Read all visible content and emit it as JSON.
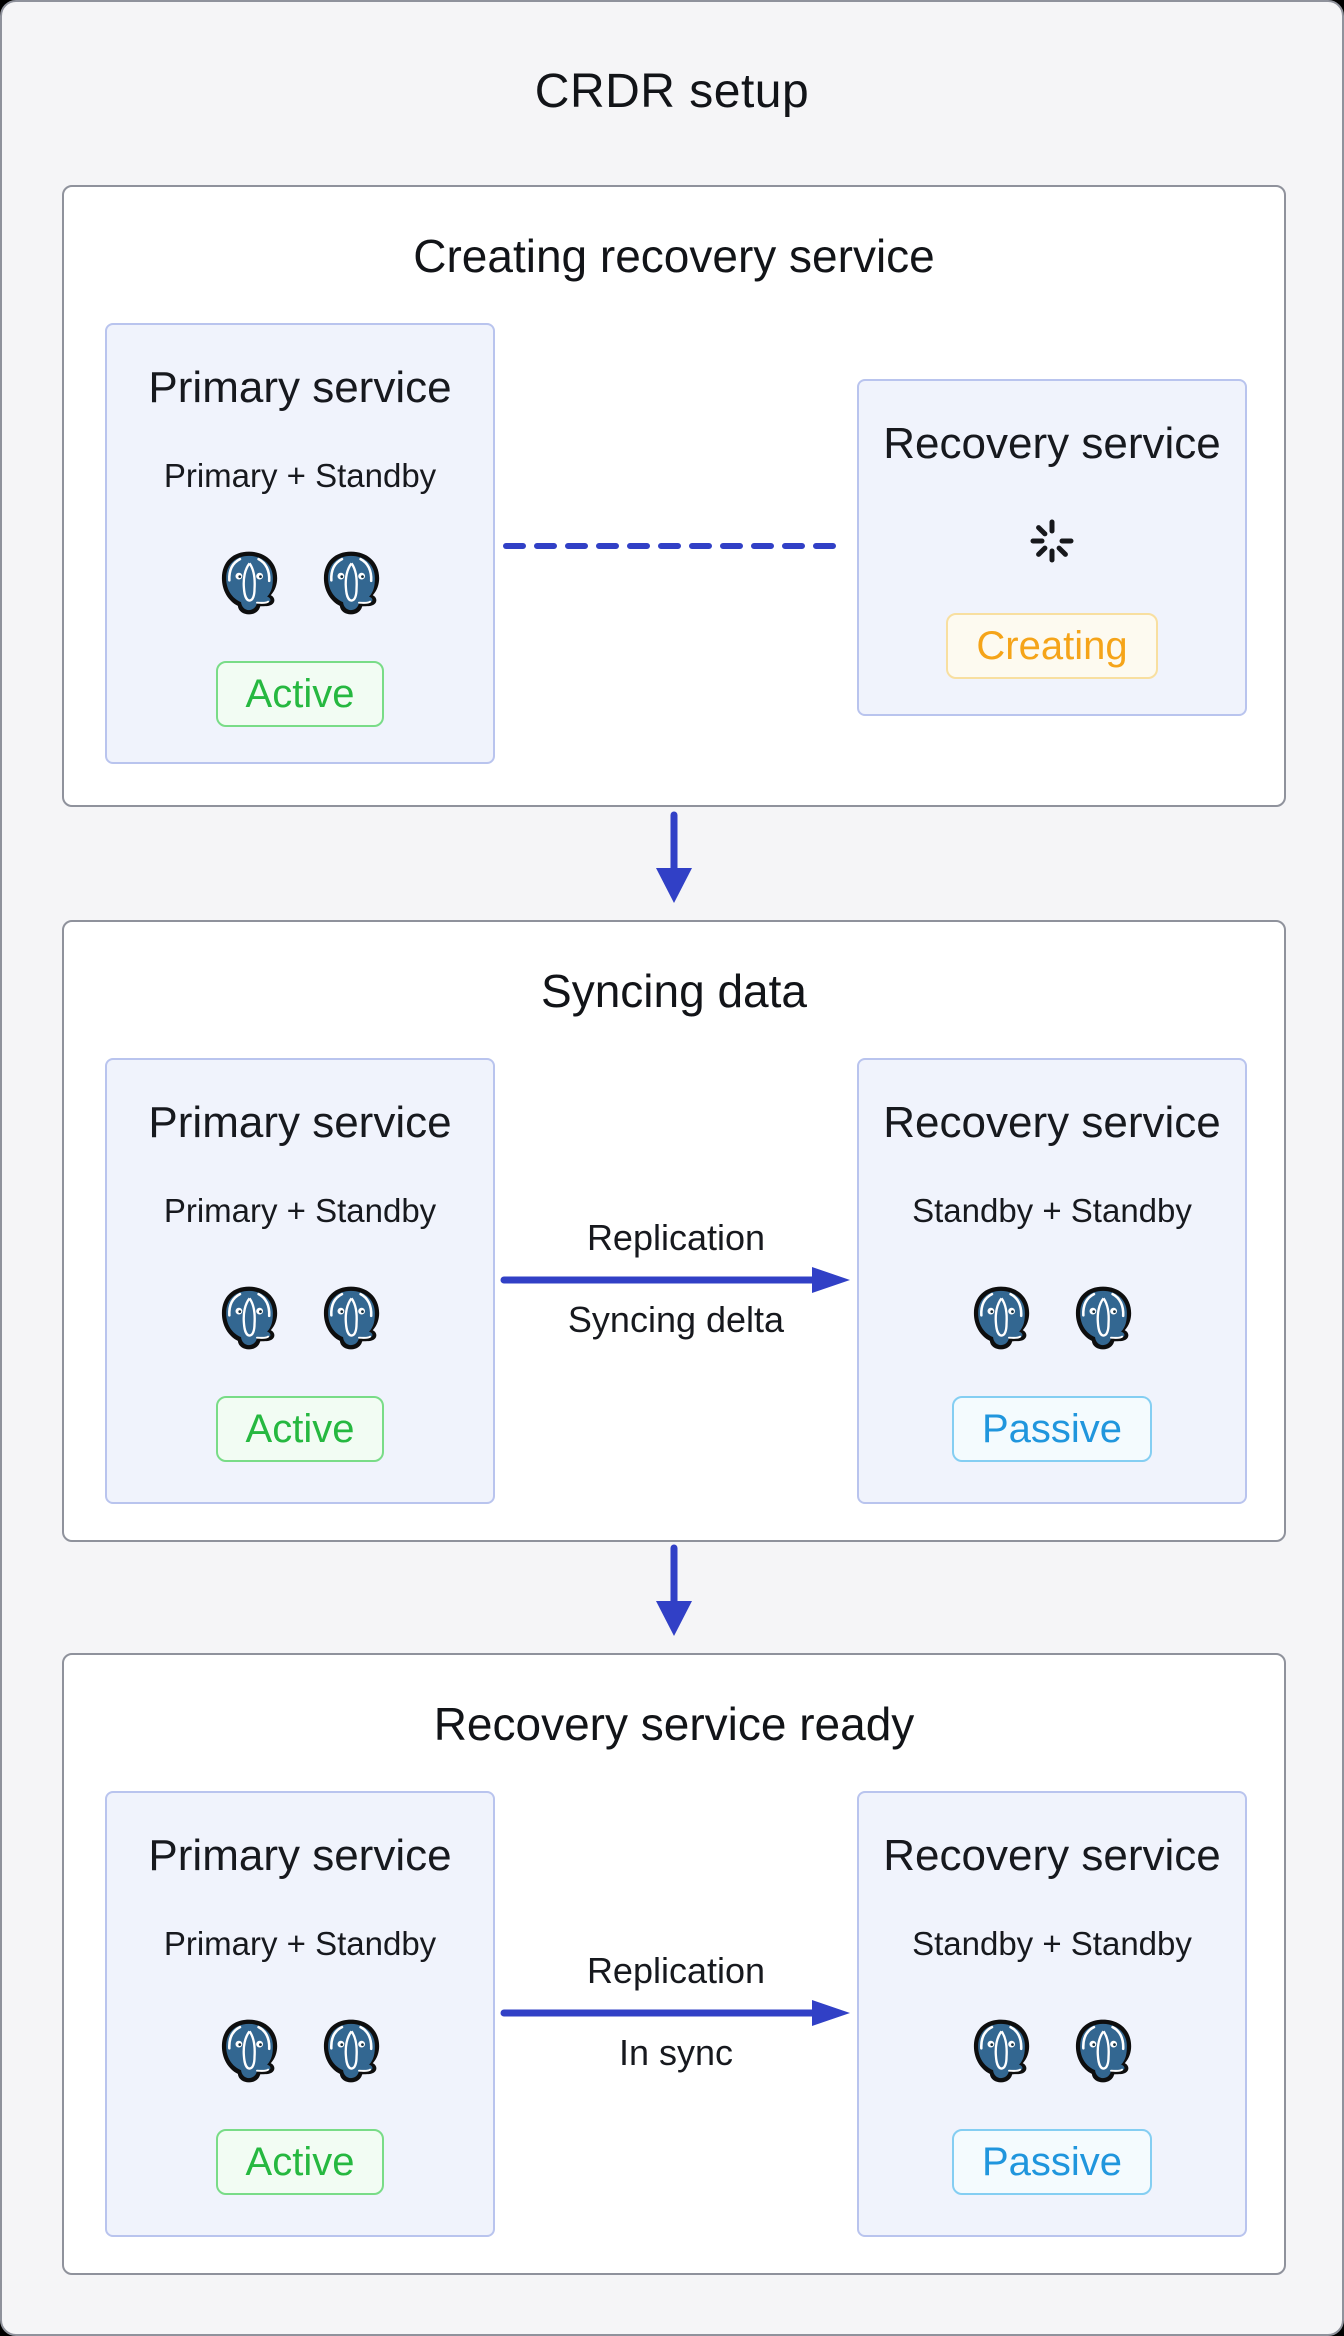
{
  "title": "CRDR setup",
  "colors": {
    "accent_blue": "#3140c6",
    "postgres_blue": "#336791",
    "active_green": "#26b840",
    "passive_blue": "#2096dd",
    "creating_orange": "#f5a419"
  },
  "icons": {
    "instance": "postgresql-elephant-icon",
    "loading": "spinner-icon",
    "stage_flow": "down-arrow-icon",
    "replication": "right-arrow-icon"
  },
  "stages": [
    {
      "title": "Creating recovery service",
      "primary": {
        "title": "Primary service",
        "subtitle": "Primary + Standby",
        "status": "Active",
        "instances": 2
      },
      "recovery": {
        "title": "Recovery service",
        "status": "Creating"
      },
      "connector": {
        "type": "dashed-line"
      }
    },
    {
      "title": "Syncing data",
      "primary": {
        "title": "Primary service",
        "subtitle": "Primary + Standby",
        "status": "Active",
        "instances": 2
      },
      "recovery": {
        "title": "Recovery service",
        "subtitle": "Standby + Standby",
        "status": "Passive",
        "instances": 2
      },
      "connector": {
        "type": "arrow",
        "top_label": "Replication",
        "bottom_label": "Syncing delta"
      }
    },
    {
      "title": "Recovery service ready",
      "primary": {
        "title": "Primary service",
        "subtitle": "Primary + Standby",
        "status": "Active",
        "instances": 2
      },
      "recovery": {
        "title": "Recovery service",
        "subtitle": "Standby + Standby",
        "status": "Passive",
        "instances": 2
      },
      "connector": {
        "type": "arrow",
        "top_label": "Replication",
        "bottom_label": "In sync"
      }
    }
  ]
}
